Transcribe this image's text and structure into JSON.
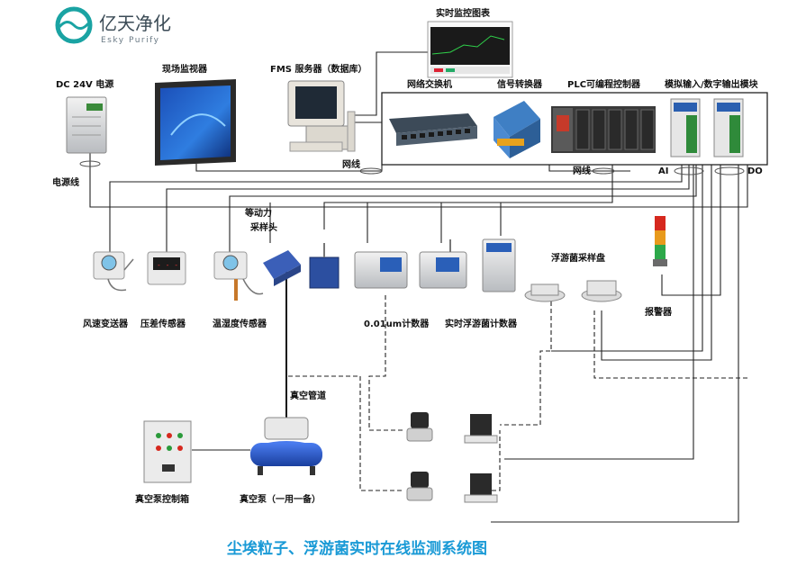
{
  "brand": {
    "name_cn": "亿天净化",
    "name_en": "Esky Purify",
    "logo_color": "#1aa3a3"
  },
  "title": "尘埃粒子、浮游菌实时在线监测系统图",
  "labels": {
    "realtime_chart": "实时监控图表",
    "onsite_monitor": "现场监视器",
    "fms_server": "FMS 服务器（数据库）",
    "dc_power": "DC 24V 电源",
    "power_line": "电源线",
    "network_switch": "网络交换机",
    "signal_converter": "信号转换器",
    "plc": "PLC可编程控制器",
    "io_module": "模拟输入/数字输出模块",
    "net_line_1": "网线",
    "net_line_2": "网线",
    "ai": "AI",
    "do": "DO",
    "iso_head": "等动力\n采样头",
    "wind_sensor": "风速变送器",
    "pressure_sensor": "压差传感器",
    "temp_humidity_sensor": "温湿度传感器",
    "particle_counter": "0.01um计数器",
    "microbe_counter": "实时浮游菌计数器",
    "sampling_disk": "浮游菌采样盘",
    "alarm": "报警器",
    "vacuum_pipe": "真空管道",
    "vacuum_control_box": "真空泵控制箱",
    "vacuum_pump": "真空泵（一用一备）"
  },
  "colors": {
    "title": "#1a9ad6",
    "device_blue": "#2c4fa0",
    "pump_blue": "#1f4fc8",
    "power_green": "#3a8a3a"
  }
}
